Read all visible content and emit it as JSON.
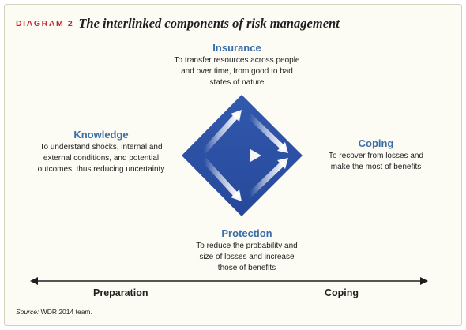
{
  "header": {
    "tag": "DIAGRAM 2",
    "title": "The interlinked components of risk management"
  },
  "nodes": {
    "insurance": {
      "name": "Insurance",
      "description": [
        "To transfer resources across people",
        "and over time, from good to bad",
        "states of nature"
      ]
    },
    "knowledge": {
      "name": "Knowledge",
      "description": [
        "To understand shocks, internal and",
        "external conditions, and potential",
        "outcomes, thus reducing uncertainty"
      ]
    },
    "coping": {
      "name": "Coping",
      "description": [
        "To recover from losses and",
        "make the most of benefits"
      ]
    },
    "protection": {
      "name": "Protection",
      "description": [
        "To reduce the probability and",
        "size of losses and increase",
        "those of benefits"
      ]
    }
  },
  "axis": {
    "left_label": "Preparation",
    "right_label": "Coping"
  },
  "source": {
    "key": "Source:",
    "text": "WDR 2014 team."
  },
  "colors": {
    "accent_red": "#c2272d",
    "heading_blue": "#3a6ea8",
    "diamond_blue": "#2d52a4",
    "frame_bg": "#fcfbf4"
  }
}
